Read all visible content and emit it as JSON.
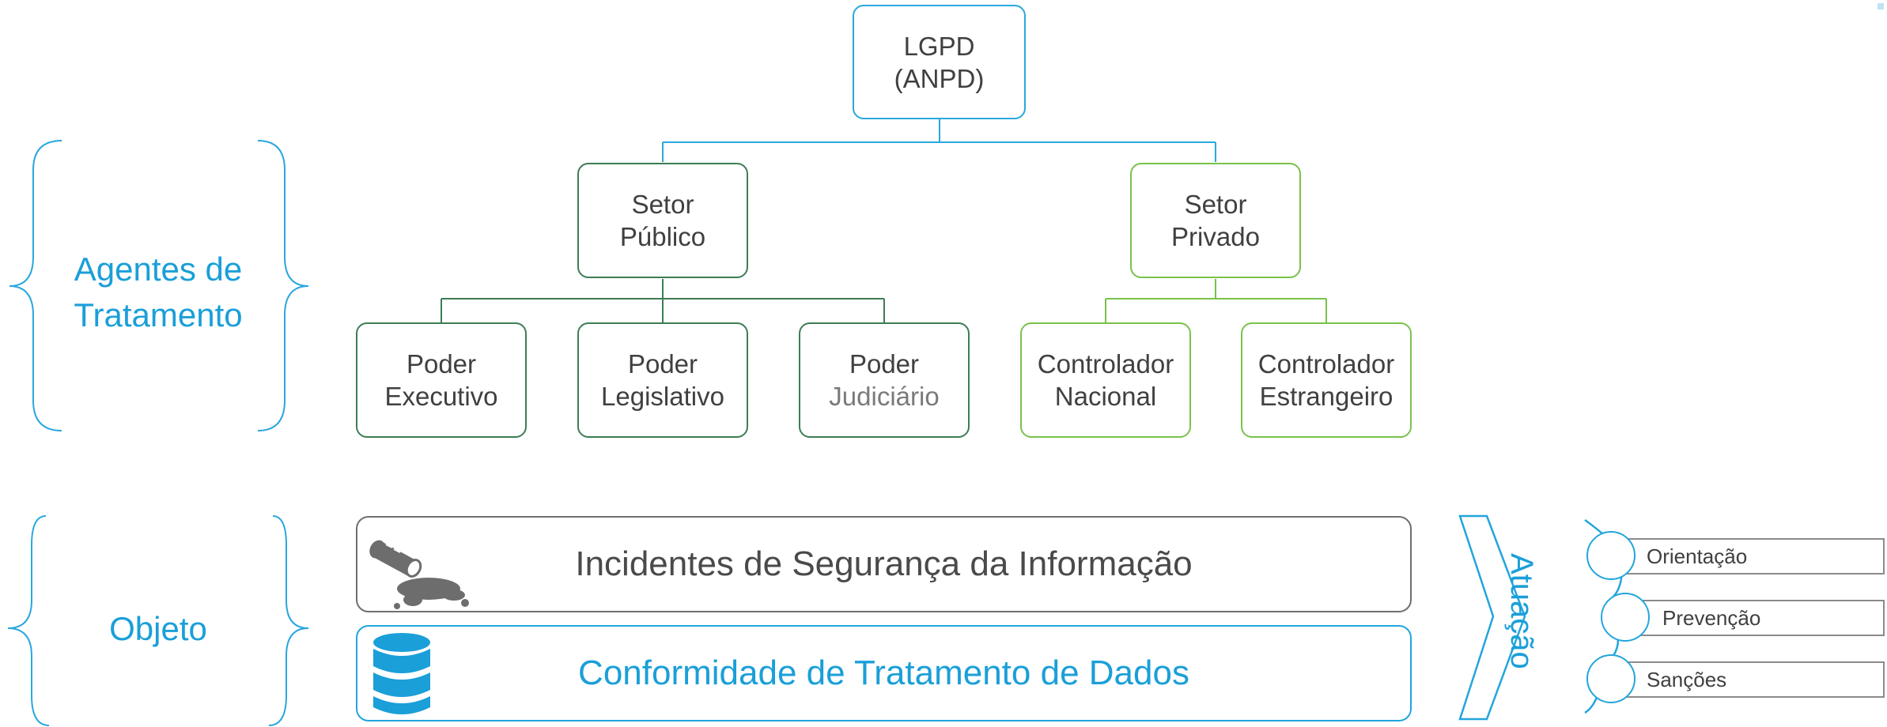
{
  "colors": {
    "accent_blue": "#1a9fd8",
    "dark_green": "#3d7d55",
    "light_green": "#79c24b",
    "gray": "#6f6f6f"
  },
  "root": {
    "line1": "LGPD",
    "line2": "(ANPD)"
  },
  "setor_publico": {
    "line1": "Setor",
    "line2": "Público"
  },
  "setor_privado": {
    "line1": "Setor",
    "line2": "Privado"
  },
  "poder_executivo": {
    "line1": "Poder",
    "line2": "Executivo"
  },
  "poder_legislativo": {
    "line1": "Poder",
    "line2": "Legislativo"
  },
  "poder_judiciario": {
    "line1": "Poder",
    "line2": "Judiciário"
  },
  "controlador_nacional": {
    "line1": "Controlador",
    "line2": "Nacional"
  },
  "controlador_estrangeiro": {
    "line1": "Controlador",
    "line2": "Estrangeiro"
  },
  "left_labels": {
    "agentes": {
      "line1": "Agentes de",
      "line2": "Tratamento"
    },
    "objeto": "Objeto"
  },
  "banners": {
    "incidentes": {
      "text": "Incidentes de Segurança da Informação",
      "icon": "spilled-barrel-icon"
    },
    "conformidade": {
      "text": "Conformidade de Tratamento de Dados",
      "icon": "database-icon"
    }
  },
  "atuacao": {
    "label": "Atuação",
    "items": [
      "Orientação",
      "Prevenção",
      "Sanções"
    ]
  }
}
